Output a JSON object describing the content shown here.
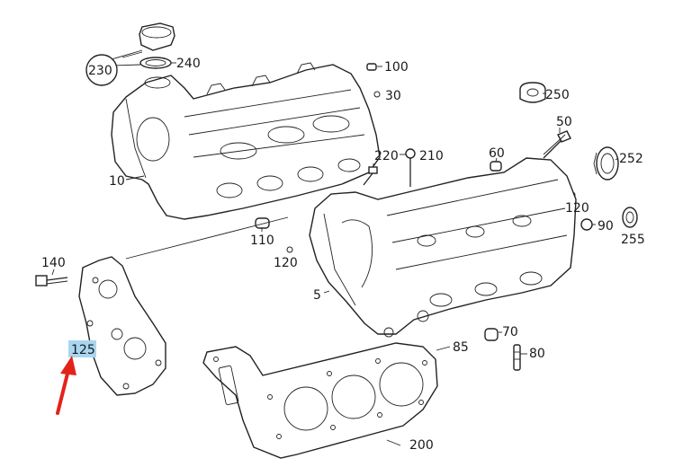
{
  "parts": [
    {
      "id": "p230",
      "label": "230"
    },
    {
      "id": "p240",
      "label": "240"
    },
    {
      "id": "p100",
      "label": "100"
    },
    {
      "id": "p30",
      "label": "30"
    },
    {
      "id": "p250",
      "label": "250"
    },
    {
      "id": "p50",
      "label": "50"
    },
    {
      "id": "p252",
      "label": "252"
    },
    {
      "id": "p10",
      "label": "10"
    },
    {
      "id": "p60",
      "label": "60"
    },
    {
      "id": "p220",
      "label": "220"
    },
    {
      "id": "p210",
      "label": "210"
    },
    {
      "id": "p120a",
      "label": "120"
    },
    {
      "id": "p90",
      "label": "90"
    },
    {
      "id": "p255",
      "label": "255"
    },
    {
      "id": "p110",
      "label": "110"
    },
    {
      "id": "p120b",
      "label": "120"
    },
    {
      "id": "p140",
      "label": "140"
    },
    {
      "id": "p5",
      "label": "5"
    },
    {
      "id": "p125",
      "label": "125"
    },
    {
      "id": "p70",
      "label": "70"
    },
    {
      "id": "p85",
      "label": "85"
    },
    {
      "id": "p80",
      "label": "80"
    },
    {
      "id": "p200",
      "label": "200"
    }
  ],
  "highlight": {
    "label_ref": "p125",
    "color": "#a9d6f0"
  },
  "arrow": {
    "color": "#e2231a"
  }
}
